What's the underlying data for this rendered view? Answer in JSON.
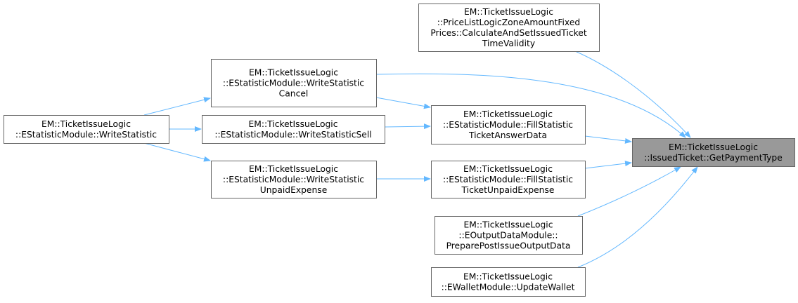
{
  "graph": {
    "target": {
      "id": "target",
      "lines": [
        "EM::TicketIssueLogic",
        "::IssuedTicket::GetPaymentType"
      ]
    },
    "nodes": [
      {
        "id": "calcValidity",
        "lines": [
          "EM::TicketIssueLogic",
          "::PriceListLogicZoneAmountFixed",
          "Prices::CalculateAndSetIssuedTicket",
          "TimeValidity"
        ]
      },
      {
        "id": "writeCancel",
        "lines": [
          "EM::TicketIssueLogic",
          "::EStatisticModule::WriteStatistic",
          "Cancel"
        ]
      },
      {
        "id": "fillAnswer",
        "lines": [
          "EM::TicketIssueLogic",
          "::EStatisticModule::FillStatistic",
          "TicketAnswerData"
        ]
      },
      {
        "id": "writeSell",
        "lines": [
          "EM::TicketIssueLogic",
          "::EStatisticModule::WriteStatisticSell"
        ]
      },
      {
        "id": "writeStatistic",
        "lines": [
          "EM::TicketIssueLogic",
          "::EStatisticModule::WriteStatistic"
        ]
      },
      {
        "id": "writeUnpaid",
        "lines": [
          "EM::TicketIssueLogic",
          "::EStatisticModule::WriteStatistic",
          "UnpaidExpense"
        ]
      },
      {
        "id": "fillUnpaid",
        "lines": [
          "EM::TicketIssueLogic",
          "::EStatisticModule::FillStatistic",
          "TicketUnpaidExpense"
        ]
      },
      {
        "id": "outputData",
        "lines": [
          "EM::TicketIssueLogic",
          "::EOutputDataModule::",
          "PreparePostIssueOutputData"
        ]
      },
      {
        "id": "updateWallet",
        "lines": [
          "EM::TicketIssueLogic",
          "::EWalletModule::UpdateWallet"
        ]
      }
    ],
    "edges": [
      {
        "from": "calcValidity",
        "to": "target"
      },
      {
        "from": "writeCancel",
        "to": "target"
      },
      {
        "from": "writeCancel",
        "to": "fillAnswer"
      },
      {
        "from": "writeSell",
        "to": "fillAnswer"
      },
      {
        "from": "fillAnswer",
        "to": "target"
      },
      {
        "from": "fillUnpaid",
        "to": "target"
      },
      {
        "from": "writeUnpaid",
        "to": "fillUnpaid"
      },
      {
        "from": "outputData",
        "to": "target"
      },
      {
        "from": "updateWallet",
        "to": "target"
      },
      {
        "from": "writeStatistic",
        "to": "writeCancel"
      },
      {
        "from": "writeStatistic",
        "to": "writeSell"
      },
      {
        "from": "writeStatistic",
        "to": "writeUnpaid"
      }
    ],
    "colors": {
      "edge": "#63b8ff",
      "target_fill": "#999999",
      "node_border": "#666666"
    }
  }
}
